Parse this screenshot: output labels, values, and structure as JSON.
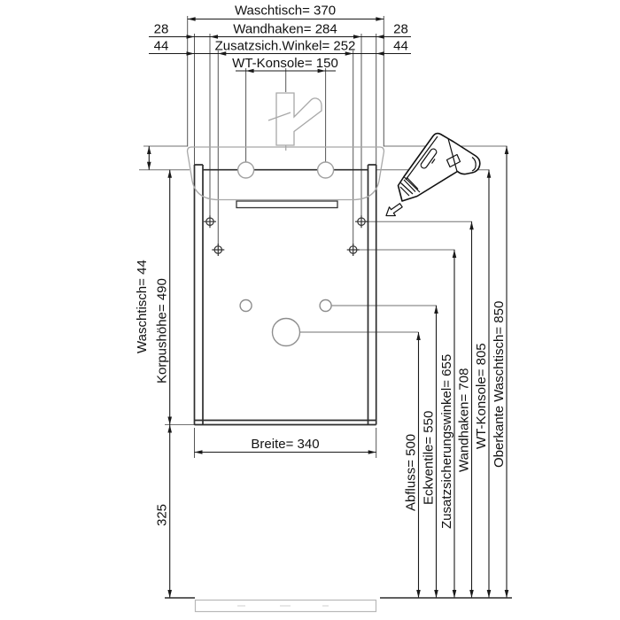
{
  "drawing_type": "washbasin installation dimension drawing",
  "dims": {
    "top": {
      "waschtisch": "Waschtisch= 370",
      "offset_left_28": "28",
      "wandhaken": "Wandhaken= 284",
      "offset_right_28": "28",
      "offset_left_44": "44",
      "zusatzwinkel": "Zusatzsich.Winkel= 252",
      "offset_right_44": "44",
      "konsole": "WT-Konsole= 150"
    },
    "left": {
      "waschtisch_height": "Waschtisch= 44",
      "korpushoehe": "Korpushöhe= 490",
      "sockel_height": "325"
    },
    "bottom": {
      "breite": "Breite= 340"
    },
    "right": {
      "abfluss": "Abfluss= 500",
      "eckventile": "Eckventile= 550",
      "zusatzwinkel": "Zusatzsicherungswinkel= 655",
      "wandhaken": "Wandhaken= 708",
      "konsole": "WT-Konsole= 805",
      "oberkante": "Oberkante Waschtisch= 850"
    }
  },
  "colors": {
    "dimension_lines": "#1a1a1a",
    "cabinet_lines": "#2e2e2e",
    "fixture_lines": "#a8a8a8",
    "extension_lines": "#707070",
    "background": "#ffffff"
  }
}
